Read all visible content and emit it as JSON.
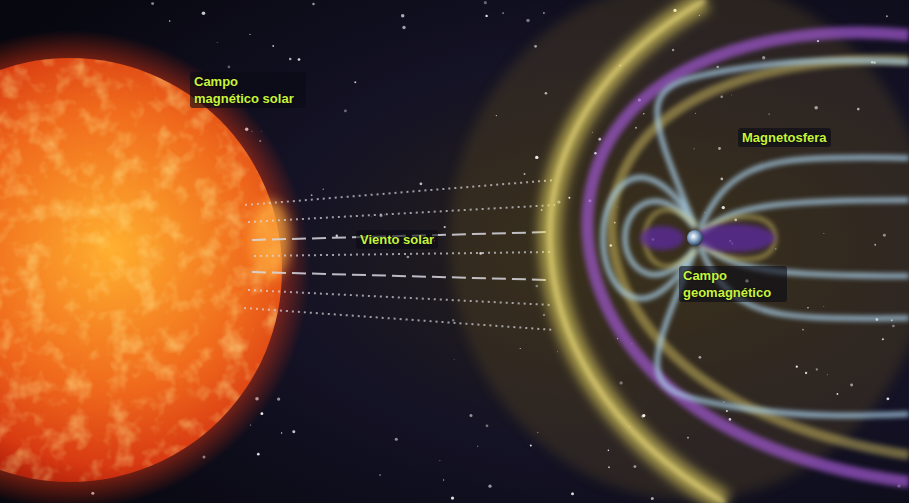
{
  "diagram": {
    "labels": [
      "Campo magnético solar",
      "Viento solar",
      "Magnetosfera",
      "Campo geomagnético"
    ]
  }
}
